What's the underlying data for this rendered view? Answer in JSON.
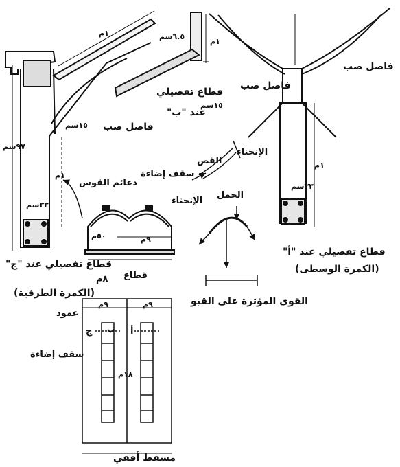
{
  "labels": {
    "separator_right": "فاصل صب",
    "separator_mid": "فاصل صب",
    "separator_left": "فاصل صب",
    "section_b_title": "قطاع تفصيلي",
    "section_b_at": "عند \"ب\"",
    "dim_65cm": "٦.٥سم",
    "dim_1m_b": "١م",
    "dim_15cm_b": "١٥سم",
    "dim_1m_top": "١م",
    "dim_15cm_left": "١٥سم",
    "dim_97cm": "٩٧سم",
    "dim_33cm_left": "٣٣سم",
    "dim_1m_left": "١م",
    "dim_33cm_right": "٣٣سم",
    "dim_1m_right": "١م",
    "section_a_title": "قطاع تفصيلي عند \"أ\"",
    "section_a_sub": "(الكمرة الوسطى)",
    "section_c_title": "قطاع تفصيلي عند \"ج\"",
    "section_c_sub": "(الكمرة الطرفية)",
    "bending_top": "الإنحناء",
    "shear": "القص",
    "bending_bottom": "الإنحناء",
    "skylight": "سقف إضاءة",
    "arch_supports": "دعائم القوس",
    "load": "الحمل",
    "dim_50m": "٥٠م",
    "dim_9m_arch": "٩م",
    "dim_8m": "٨م",
    "section_label": "قطاع",
    "forces_title": "القوى المؤثرة على القبو",
    "column": "عمود",
    "skylight_plan": "سقف إضاءة",
    "plan_view": "مسقط أفقي",
    "dim_9m_plan_left": "٩م",
    "dim_9m_plan_right": "٩م",
    "dim_18m": "١٨م",
    "mark_j": "ج",
    "mark_a": "أ",
    "mark_b": "ب"
  }
}
